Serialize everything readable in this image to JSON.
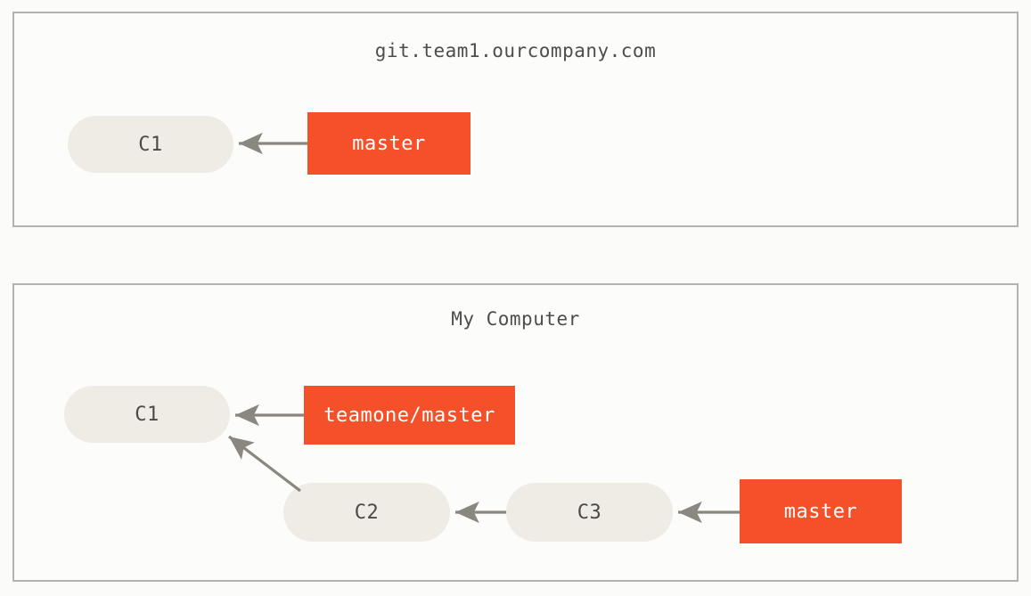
{
  "diagram": {
    "type": "git-branch-diagram",
    "background_color": "#fbfbf9",
    "panel_border_color": "#b5b2ad",
    "commit_color": "#eeece5",
    "branch_color": "#f4502a",
    "arrow_color": "#8a8680",
    "panels": [
      {
        "id": "remote",
        "title": "git.team1.ourcompany.com",
        "commits": [
          {
            "id": "c1",
            "label": "C1"
          }
        ],
        "branches": [
          {
            "id": "master",
            "label": "master"
          }
        ],
        "arrows": [
          {
            "from": "master",
            "to": "c1"
          }
        ]
      },
      {
        "id": "local",
        "title": "My Computer",
        "commits": [
          {
            "id": "c1",
            "label": "C1"
          },
          {
            "id": "c2",
            "label": "C2"
          },
          {
            "id": "c3",
            "label": "C3"
          }
        ],
        "branches": [
          {
            "id": "teamone-master",
            "label": "teamone/master"
          },
          {
            "id": "master",
            "label": "master"
          }
        ],
        "arrows": [
          {
            "from": "teamone-master",
            "to": "c1"
          },
          {
            "from": "c2",
            "to": "c1"
          },
          {
            "from": "c3",
            "to": "c2"
          },
          {
            "from": "master",
            "to": "c3"
          }
        ]
      }
    ]
  }
}
